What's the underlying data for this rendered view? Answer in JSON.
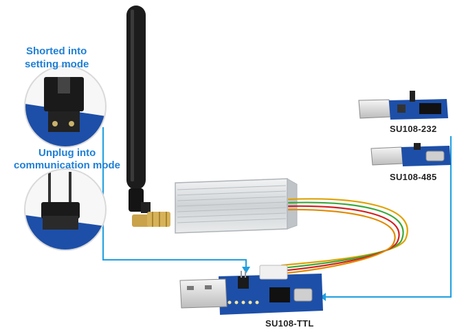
{
  "labels": {
    "shorted_line1": "Shorted into",
    "shorted_line2": "setting mode",
    "unplug_line1": "Unplug into",
    "unplug_line2": "communication mode",
    "su232": "SU108-232",
    "su485": "SU108-485",
    "suttl": "SU108-TTL"
  },
  "colors": {
    "callout_text": "#1f7fd6",
    "connector_line": "#1f9fe0",
    "pcb_blue": "#1d4fa8",
    "antenna": "#1c1c1c",
    "module_housing": "#d9dcdf"
  },
  "icons": [
    "antenna-icon",
    "jumper-icon",
    "usb-plug-icon",
    "ribbon-cable-icon"
  ]
}
